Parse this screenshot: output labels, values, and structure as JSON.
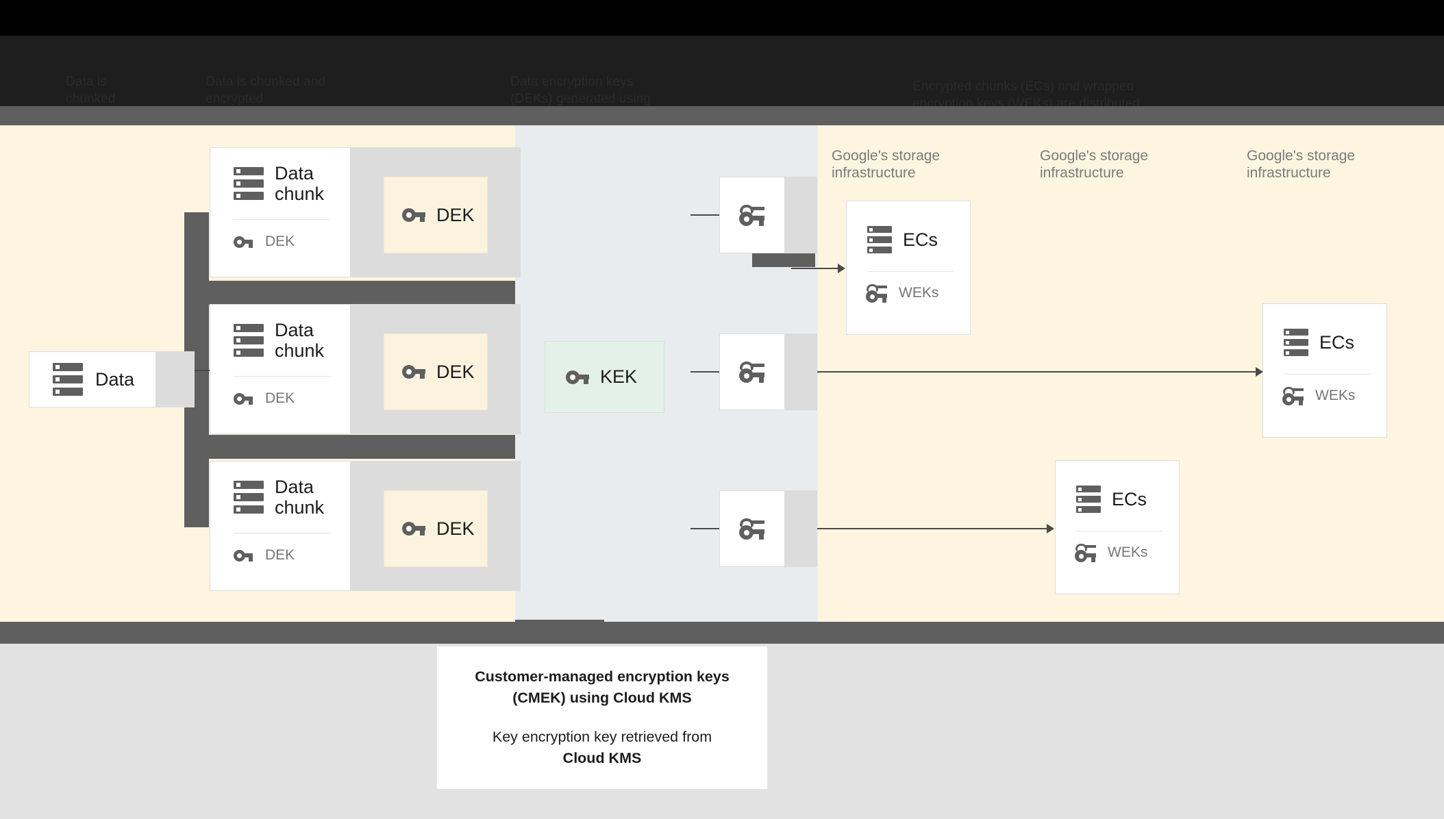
{
  "header": {
    "columns": [
      {
        "text": "Data is\nchunked"
      },
      {
        "text": "Data is chunked and\nencrypted"
      },
      {
        "text": "Data encryption keys\n(DEKs) generated using\na key generation function"
      },
      {
        "text": "Encrypted chunks (ECs) and wrapped\nencryption keys (WEKs) are distributed\nacross Google's storage infrastructure"
      }
    ]
  },
  "colors": {
    "cream": "#fdf5e0",
    "mid_grey_blue": "#e8ecee",
    "dek_yellow": "#fcf3de",
    "kek_green": "#e3f1ea",
    "shadow_grey": "#5f5f5f",
    "icon_grey": "#5f5f5f",
    "page_grey": "#e2e2e2"
  },
  "diagram": {
    "source": {
      "label": "Data",
      "icon": "server-stack-icon"
    },
    "chunks": [
      {
        "title": "Data\nchunk",
        "key_label": "DEK",
        "icon": "server-stack-icon",
        "key_icon": "key-icon"
      },
      {
        "title": "Data\nchunk",
        "key_label": "DEK",
        "icon": "server-stack-icon",
        "key_icon": "key-icon"
      },
      {
        "title": "Data\nchunk",
        "key_label": "DEK",
        "icon": "server-stack-icon",
        "key_icon": "key-icon"
      }
    ],
    "deks": [
      {
        "label": "DEK",
        "icon": "key-icon"
      },
      {
        "label": "DEK",
        "icon": "key-icon"
      },
      {
        "label": "DEK",
        "icon": "key-icon"
      }
    ],
    "kek": {
      "label": "KEK",
      "icon": "key-icon"
    },
    "weks": [
      {
        "icon": "wrapped-key-icon"
      },
      {
        "icon": "wrapped-key-icon"
      },
      {
        "icon": "wrapped-key-icon"
      }
    ],
    "storage_labels": [
      {
        "text": "Google's storage\ninfrastructure"
      },
      {
        "text": "Google's storage\ninfrastructure"
      },
      {
        "text": "Google's storage\ninfrastructure"
      }
    ],
    "ec_cards": [
      {
        "title": "ECs",
        "key_label": "WEKs",
        "icon": "server-stack-icon",
        "key_icon": "wrapped-key-icon"
      },
      {
        "title": "ECs",
        "key_label": "WEKs",
        "icon": "server-stack-icon",
        "key_icon": "wrapped-key-icon"
      },
      {
        "title": "ECs",
        "key_label": "WEKs",
        "icon": "server-stack-icon",
        "key_icon": "wrapped-key-icon"
      }
    ]
  },
  "caption": {
    "line1": "Customer-managed encryption keys\n(CMEK) using Cloud KMS",
    "line2_prefix": "Key encryption key retrieved from\n",
    "line2_bold": "Cloud KMS"
  }
}
